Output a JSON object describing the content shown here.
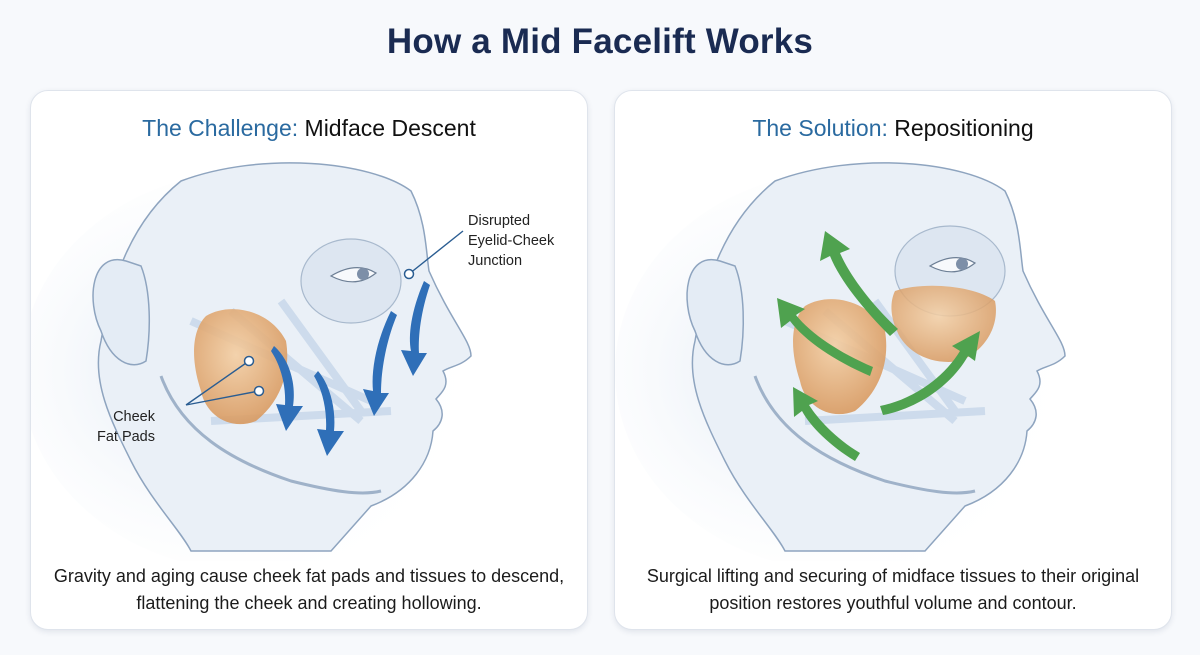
{
  "title": "How a Mid Facelift Works",
  "colors": {
    "title": "#1a2b52",
    "accent": "#2a6aa0",
    "down_arrow": "#2f6fb8",
    "lift_arrow": "#4fa24f",
    "fat_pad": "#e8b07c",
    "face_outline": "#8ea4bf"
  },
  "panels": [
    {
      "title_accent": "The Challenge:",
      "title_rest": " Midface Descent",
      "labels": {
        "junction": [
          "Disrupted",
          "Eyelid-Cheek",
          "Junction"
        ],
        "fat_pads": [
          "Cheek",
          "Fat Pads"
        ]
      },
      "arrow_icon": "downward-arrows",
      "caption": "Gravity and aging cause cheek fat pads and tissues to descend, flattening the cheek and creating hollowing."
    },
    {
      "title_accent": "The Solution:",
      "title_rest": " Repositioning",
      "arrow_icon": "upward-lift-arrows",
      "caption": "Surgical lifting and securing of midface tissues to their original position restores youthful volume and contour."
    }
  ]
}
